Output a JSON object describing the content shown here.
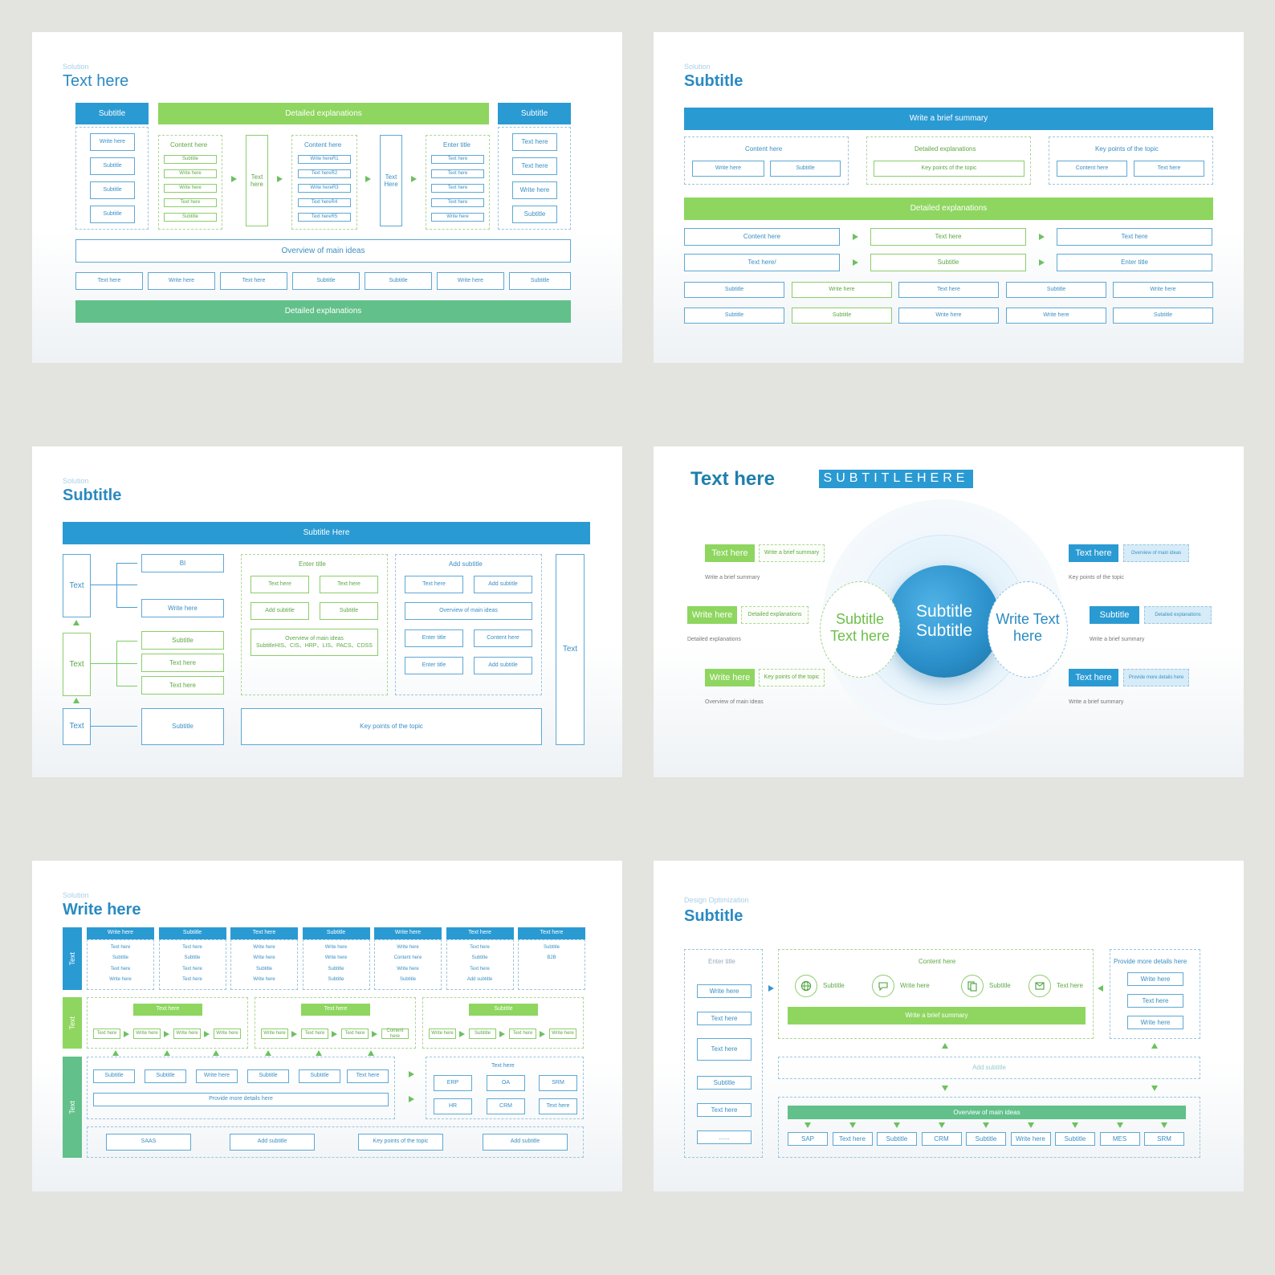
{
  "s1": {
    "category": "Solution",
    "title": "Text here",
    "header_left": "Subtitle",
    "header_mid": "Detailed explanations",
    "header_right": "Subtitle",
    "left_items": [
      "Write here",
      "Subtitle",
      "Subtitle",
      "Subtitle"
    ],
    "col1": {
      "title": "Content here",
      "items": [
        "Subtitle",
        "Write here",
        "Write here",
        "Text here",
        "Subtitle"
      ]
    },
    "tall1": "Text here",
    "col2": {
      "title": "Content here",
      "items": [
        "Write hereR1",
        "Text hereR2",
        "Write hereR3",
        "Text hereR4",
        "Text hereR5"
      ]
    },
    "tall2": "Text Here",
    "col3": {
      "title": "Enter title",
      "items": [
        "Text here",
        "Text here",
        "Text here",
        "Text here",
        "Write here"
      ]
    },
    "right_items": [
      "Text here",
      "Text here",
      "Write here",
      "Subtitle"
    ],
    "overview": "Overview of main ideas",
    "row": [
      "Text here",
      "Write here",
      "Text here",
      "Subtitle",
      "Subtitle",
      "Write here",
      "Subtitle"
    ],
    "footer": "Detailed explanations"
  },
  "s2": {
    "category": "Solution",
    "title": "Subtitle",
    "summary": "Write a brief summary",
    "groups": [
      {
        "title": "Content here",
        "items": [
          "Write here",
          "Subtitle"
        ]
      },
      {
        "title": "Detailed explanations",
        "items": [
          "Key points of the topic"
        ]
      },
      {
        "title": "Key points of the topic",
        "items": [
          "Content here",
          "Text here"
        ]
      }
    ],
    "bar": "Detailed explanations",
    "flow": [
      [
        "Content here",
        "Text here",
        "Text here"
      ],
      [
        "Text here/",
        "Subtitle",
        "Enter title"
      ]
    ],
    "grid": [
      [
        "Subtitle",
        "Write here",
        "Text here",
        "Subtitle",
        "Write here"
      ],
      [
        "Subtitle",
        "Subtitle",
        "Write here",
        "Write here",
        "Subtitle"
      ]
    ]
  },
  "s3": {
    "category": "Solution",
    "title": "Subtitle",
    "header": "Subtitle Here",
    "left": [
      "Text",
      "Text",
      "Text"
    ],
    "branches": [
      "BI",
      "Write here",
      "Subtitle",
      "Text here",
      "Text here",
      "Subtitle"
    ],
    "box1": {
      "title": "Enter title",
      "items": [
        "Text here",
        "Text here",
        "Add subtitle",
        "Subtitle"
      ],
      "wide1": "Overview of main ideas",
      "wide2": "SubtitleHIS、CIS、HRP、LIS、PACS、CDSS"
    },
    "box2": {
      "title": "Add subtitle",
      "items": [
        "Text here",
        "Add subtitle",
        "Overview of main ideas",
        "Enter title",
        "Content here",
        "Enter title",
        "Add subtitle"
      ]
    },
    "key": "Key points of the topic",
    "right": "Text"
  },
  "s4": {
    "title": "Text here",
    "badge": "SUBTITLEHERE",
    "center": "Subtitle Subtitle",
    "left_circle": "Subtitle Text here",
    "right_circle": "Write Text here",
    "left": [
      {
        "tag": "Text here",
        "note": "Write a brief summary",
        "desc": "Write a brief summary"
      },
      {
        "tag": "Write here",
        "note": "Detailed explanations",
        "desc": "Detailed explanations"
      },
      {
        "tag": "Write here",
        "note": "Key points of the topic",
        "desc": "Overview of main ideas"
      }
    ],
    "right": [
      {
        "tag": "Text here",
        "note": "Overview of main ideas",
        "desc": "Key points of the topic"
      },
      {
        "tag": "Subtitle",
        "note": "Detailed explanations",
        "desc": "Write a brief summary"
      },
      {
        "tag": "Text here",
        "note": "Provide more details here",
        "desc": "Write a brief summary"
      }
    ]
  },
  "s5": {
    "category": "Solution",
    "title": "Write here",
    "side": [
      "Text",
      "Text",
      "Text"
    ],
    "cols": [
      {
        "head": "Write here",
        "items": [
          "Text here",
          "Subtitle",
          "Text here",
          "Write here"
        ]
      },
      {
        "head": "Subtitle",
        "items": [
          "Text here",
          "Subtitle",
          "Text here",
          "Text here"
        ]
      },
      {
        "head": "Text here",
        "items": [
          "Write here",
          "Write here",
          "Subtitle",
          "Write here"
        ]
      },
      {
        "head": "Subtitle",
        "items": [
          "Write here",
          "Write here",
          "Subtitle",
          "Subtitle"
        ]
      },
      {
        "head": "Write here",
        "items": [
          "Write here",
          "Content here",
          "Write here",
          "Subtitle"
        ]
      },
      {
        "head": "Text here",
        "items": [
          "Text here",
          "Subtitle",
          "Text here",
          "Add subtitle"
        ]
      },
      {
        "head": "Text here",
        "items": [
          "Subtitle",
          "B2B"
        ]
      }
    ],
    "mid": [
      {
        "head": "Text here",
        "items": [
          "Text here",
          "Write here",
          "Write here",
          "Write here"
        ]
      },
      {
        "head": "Text here",
        "items": [
          "Write here",
          "Text here",
          "Text here",
          "Content here"
        ]
      },
      {
        "head": "Subtitle",
        "items": [
          "Write here",
          "Subtitle",
          "Text here",
          "Write here"
        ]
      }
    ],
    "low_items": [
      "Subtitle",
      "Subtitle",
      "Write here",
      "Subtitle",
      "Subtitle",
      "Text here"
    ],
    "low_wide": "Provide more details here",
    "sys_title": "Text here",
    "sys": [
      "ERP",
      "OA",
      "SRM",
      "HR",
      "CRM",
      "Text here"
    ],
    "bottom": [
      "SAAS",
      "Add subtitle",
      "Key points of the topic",
      "Add subtitle"
    ]
  },
  "s6": {
    "category": "Design Optimization",
    "title": "Subtitle",
    "left": {
      "title": "Enter title",
      "items": [
        "Write here",
        "Text here",
        "Text here",
        "Subtitle",
        "Text here",
        "......"
      ]
    },
    "mid": {
      "title": "Content here",
      "icons": [
        {
          "icon": "globe-icon",
          "label": "Subtitle"
        },
        {
          "icon": "chat-icon",
          "label": "Write here"
        },
        {
          "icon": "document-icon",
          "label": "Subtitle"
        },
        {
          "icon": "mail-icon",
          "label": "Text here"
        }
      ],
      "bar": "Write a brief summary"
    },
    "right": {
      "title": "Provide more details here",
      "items": [
        "Write here",
        "Text here",
        "Write here"
      ]
    },
    "add": "Add subtitle",
    "overview": "Overview of main ideas",
    "row": [
      "SAP",
      "Text here",
      "Subtitle",
      "CRM",
      "Subtitle",
      "Write here",
      "Subtitle",
      "MES",
      "SRM"
    ]
  }
}
